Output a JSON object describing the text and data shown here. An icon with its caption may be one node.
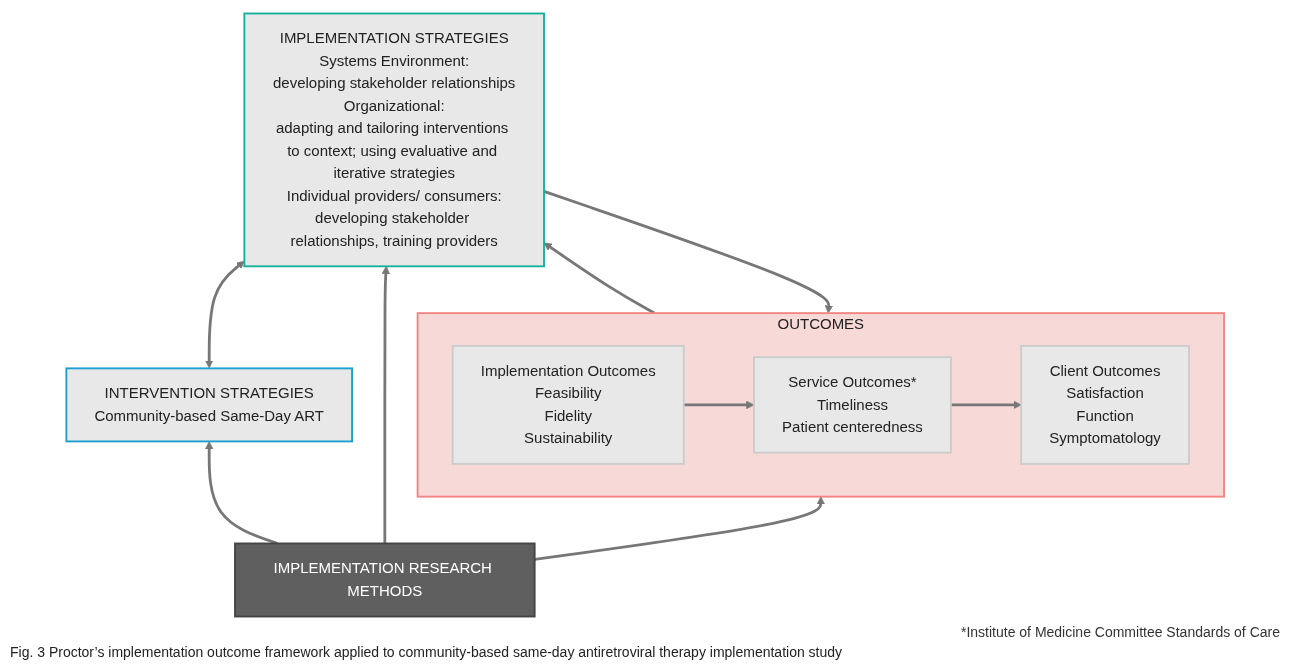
{
  "diagram": {
    "caption": "Fig. 3 Proctor’s implementation outcome framework applied to community-based same-day antiretroviral therapy implementation study",
    "nodes": [
      {
        "text": [
          "INTERVENTION STRATEGIES",
          "Community-based Same-Day ART"
        ]
      },
      {
        "text": [
          "IMPLEMENTATION STRATEGIES",
          "Systems Environment:",
          "developing stakeholder relationships",
          "Organizational:",
          "adapting and tailoring interventions to context; using evaluative and iterative strategies",
          "Individual providers/ consumers:",
          "developing stakeholder relationships, training providers"
        ]
      },
      {
        "text": [
          "OUTCOMES"
        ]
      },
      {
        "text": [
          "Implementation Outcomes",
          "Feasibility",
          "Fidelity",
          "Sustainability"
        ],
        "in": 2
      },
      {
        "text": [
          "Service Outcomes*",
          "Timeliness",
          "Patient centeredness"
        ],
        "in": 2
      },
      {
        "text": [
          "Client Outcomes",
          "Satisfaction",
          "Function",
          "Symptomatology"
        ],
        "in": 2
      },
      {
        "text": [
          "IMPLEMENTATION RESEARCH METHODS"
        ]
      }
    ],
    "edges": [
      {
        "from": 0,
        "to": 1,
        "arrow": "both"
      },
      {
        "from": 2,
        "to": 1,
        "arrow": "to"
      },
      {
        "from": 1,
        "to": 2,
        "arrow": "to"
      },
      {
        "from": 3,
        "to": 4,
        "arrow": "to"
      },
      {
        "from": 4,
        "to": 5,
        "arrow": "to"
      },
      {
        "from": 6,
        "to": 0,
        "arrow": "to"
      },
      {
        "from": 6,
        "to": 1,
        "arrow": "to"
      },
      {
        "from": 6,
        "to": 2,
        "arrow": "to"
      }
    ],
    "labels": [
      "*Institute of Medicine Committee Standards of Care"
    ]
  }
}
